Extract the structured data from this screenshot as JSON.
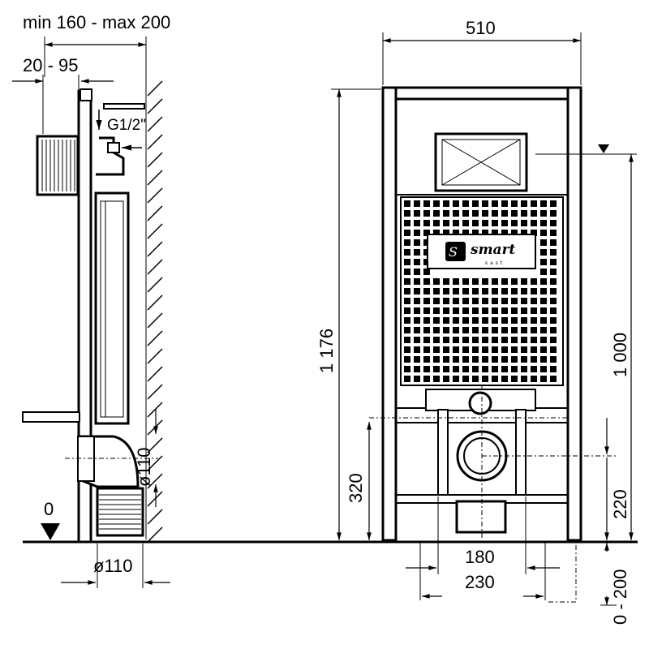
{
  "side_view": {
    "dim_depth": "min 160 - max 200",
    "dim_plate_offset": "20 - 95",
    "water_inlet": "G1/2\"",
    "dim_outlet_diameter_vertical": "ø110",
    "dim_outlet_diameter_bottom": "ø110",
    "floor_level": "0"
  },
  "front_view": {
    "dim_width": "510",
    "dim_height": "1 176",
    "dim_plate_height": "1 000",
    "dim_bolt_height": "320",
    "dim_outlet_height": "220",
    "dim_bolt_spacing": "180",
    "dim_bolt_spacing_outer": "230",
    "dim_floor_adjust": "0 - 200",
    "logo": {
      "brand": "smart",
      "sub": "sast"
    }
  }
}
